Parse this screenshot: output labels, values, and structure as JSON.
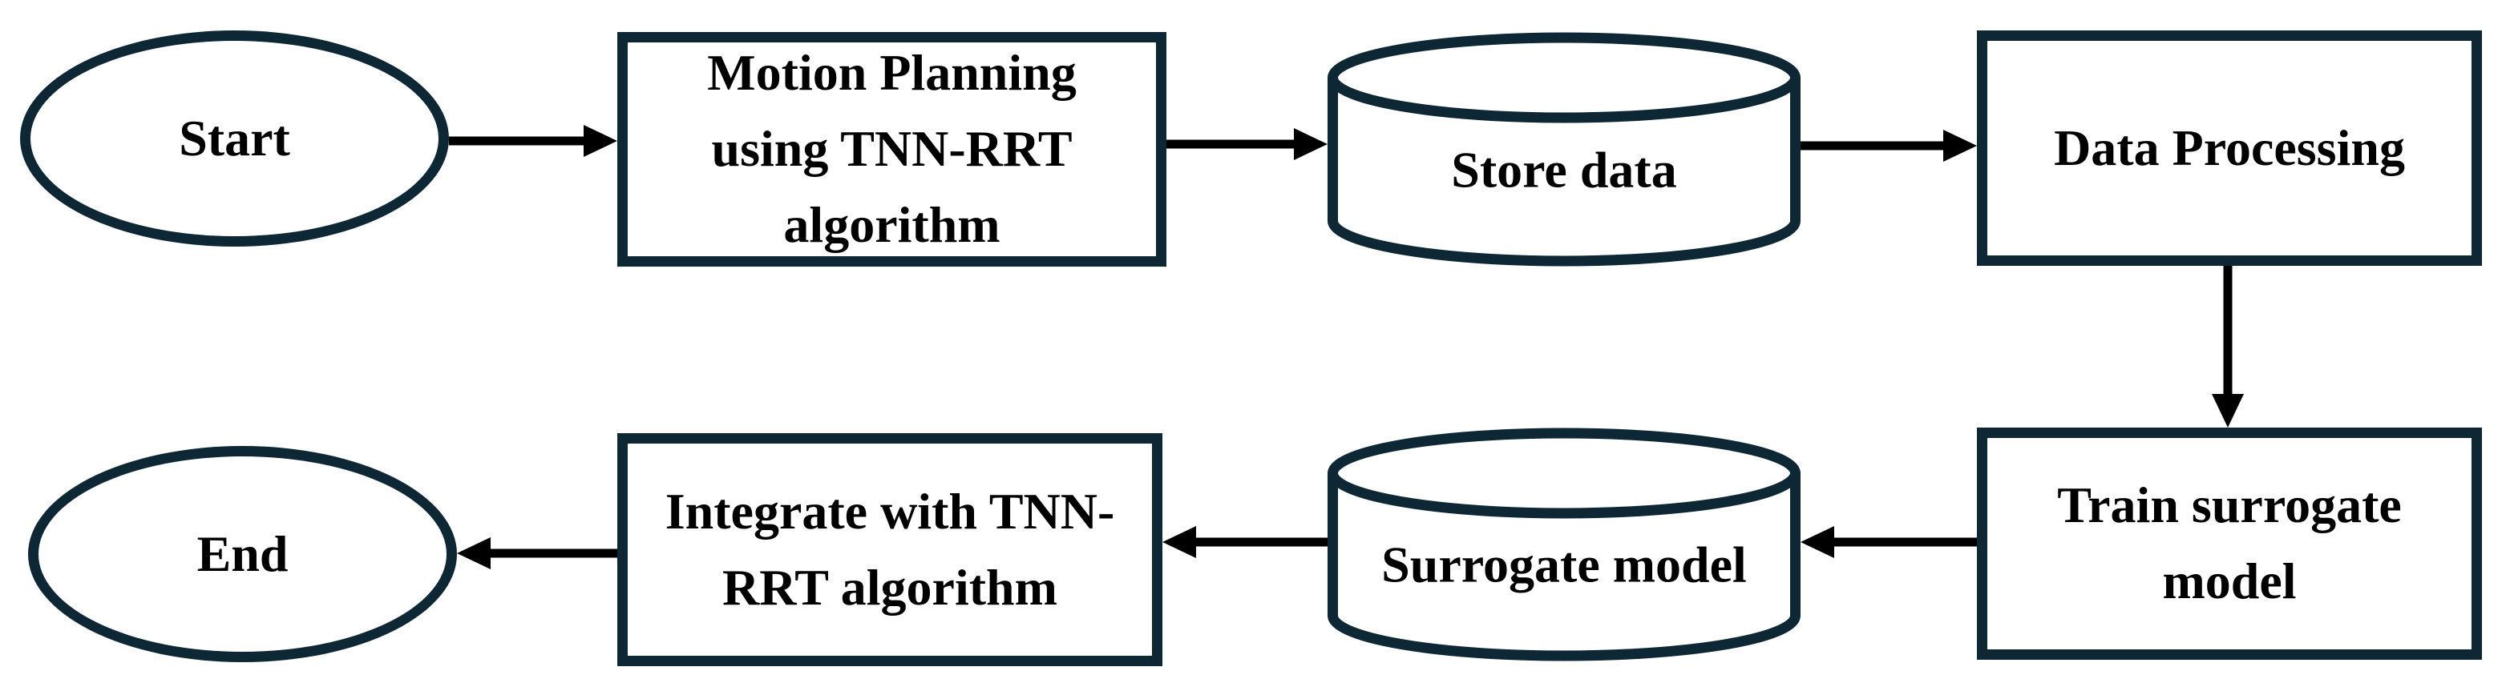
{
  "page": {
    "background": "#ffffff"
  },
  "diagram": {
    "type": "flowchart",
    "stroke_color": "#0e2735",
    "arrow_color": "#000000",
    "text_color": "#000000",
    "nodes": [
      {
        "id": "start",
        "shape": "ellipse",
        "label": "Start"
      },
      {
        "id": "motion-planning",
        "shape": "process",
        "label": "Motion Planning using TNN-RRT algorithm"
      },
      {
        "id": "store-data",
        "shape": "database",
        "label": "Store data"
      },
      {
        "id": "data-processing",
        "shape": "process",
        "label": "Data Processing"
      },
      {
        "id": "train-surrogate-model",
        "shape": "process",
        "label": "Train surrogate model"
      },
      {
        "id": "surrogate-model",
        "shape": "database",
        "label": "Surrogate model"
      },
      {
        "id": "integrate-tnn-rrt",
        "shape": "process",
        "label": "Integrate with TNN-RRT algorithm"
      },
      {
        "id": "end",
        "shape": "ellipse",
        "label": "End"
      }
    ],
    "edges": [
      {
        "from": "start",
        "to": "motion-planning",
        "direction": "right"
      },
      {
        "from": "motion-planning",
        "to": "store-data",
        "direction": "right"
      },
      {
        "from": "store-data",
        "to": "data-processing",
        "direction": "right"
      },
      {
        "from": "data-processing",
        "to": "train-surrogate-model",
        "direction": "down"
      },
      {
        "from": "train-surrogate-model",
        "to": "surrogate-model",
        "direction": "left"
      },
      {
        "from": "surrogate-model",
        "to": "integrate-tnn-rrt",
        "direction": "left"
      },
      {
        "from": "integrate-tnn-rrt",
        "to": "end",
        "direction": "left"
      }
    ]
  }
}
